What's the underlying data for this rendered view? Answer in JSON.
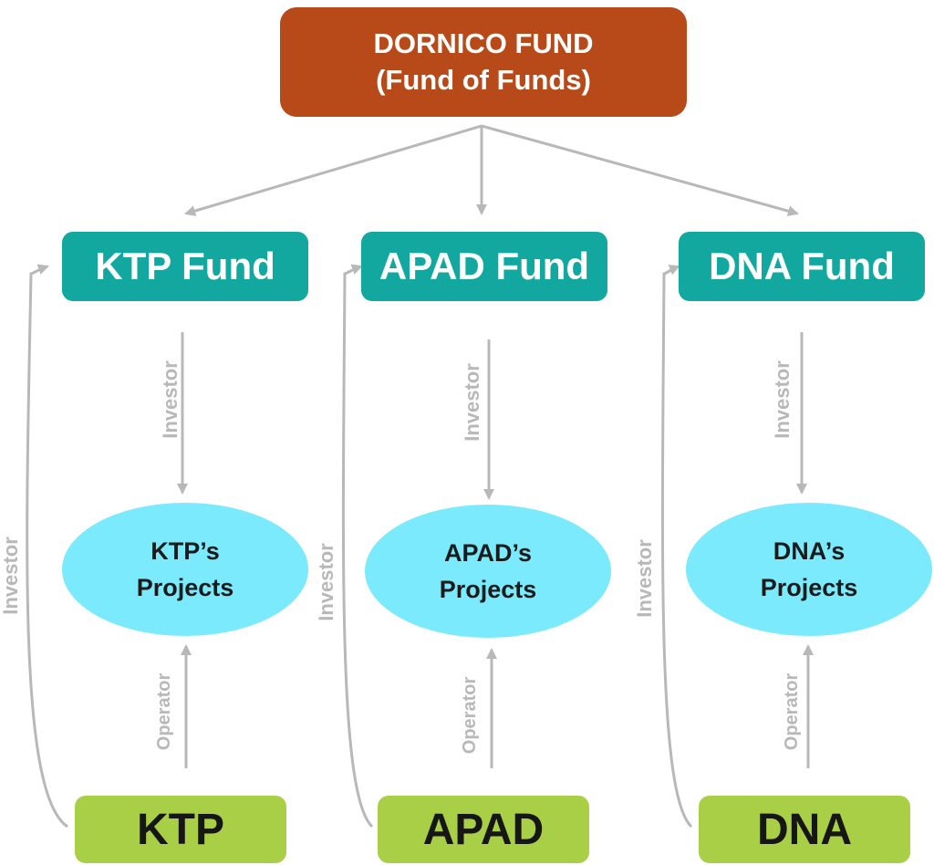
{
  "root": {
    "line1": "DORNICO FUND",
    "line2": "(Fund of Funds)"
  },
  "funds": [
    {
      "label": "KTP Fund"
    },
    {
      "label": "APAD Fund"
    },
    {
      "label": "DNA Fund"
    }
  ],
  "projects": [
    {
      "line1": "KTP’s",
      "line2": "Projects"
    },
    {
      "line1": "APAD’s",
      "line2": "Projects"
    },
    {
      "line1": "DNA’s",
      "line2": "Projects"
    }
  ],
  "operators": [
    {
      "label": "KTP"
    },
    {
      "label": "APAD"
    },
    {
      "label": "DNA"
    }
  ],
  "edge_labels": {
    "investor": "Investor",
    "operator": "Operator"
  },
  "colors": {
    "root": "#b84a19",
    "fund": "#12a8a0",
    "project": "#7aeafc",
    "operator": "#a8cf45",
    "arrow": "#b8b8b8"
  }
}
